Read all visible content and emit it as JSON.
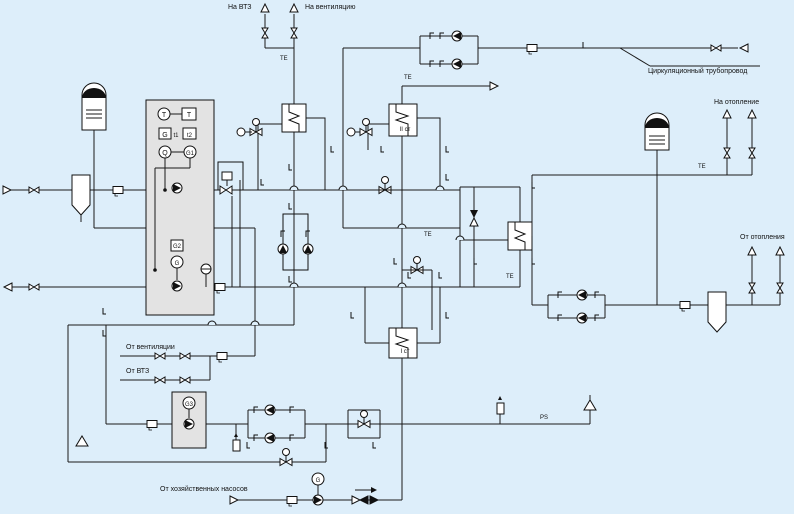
{
  "labels": {
    "to_vtz": "На ВТЗ",
    "to_ventilation": "На вентиляцию",
    "circulation_pipeline": "Циркуляционный трубопровод",
    "to_heating": "На отопление",
    "from_heating": "От отопления",
    "from_ventilation": "От вентиляции",
    "from_vtz": "От ВТЗ",
    "from_domestic_pumps": "От хозяйственных насосов",
    "stage_2": "II ст",
    "stage_1": "I ст",
    "te": "TE",
    "ps": "PS",
    "gauge_t": "T",
    "gauge_g": "G",
    "gauge_q": "Q",
    "gauge_t1": "t1",
    "gauge_t2": "t2",
    "gauge_g1": "G1",
    "gauge_g2": "G2",
    "gauge_g3": "G3"
  }
}
